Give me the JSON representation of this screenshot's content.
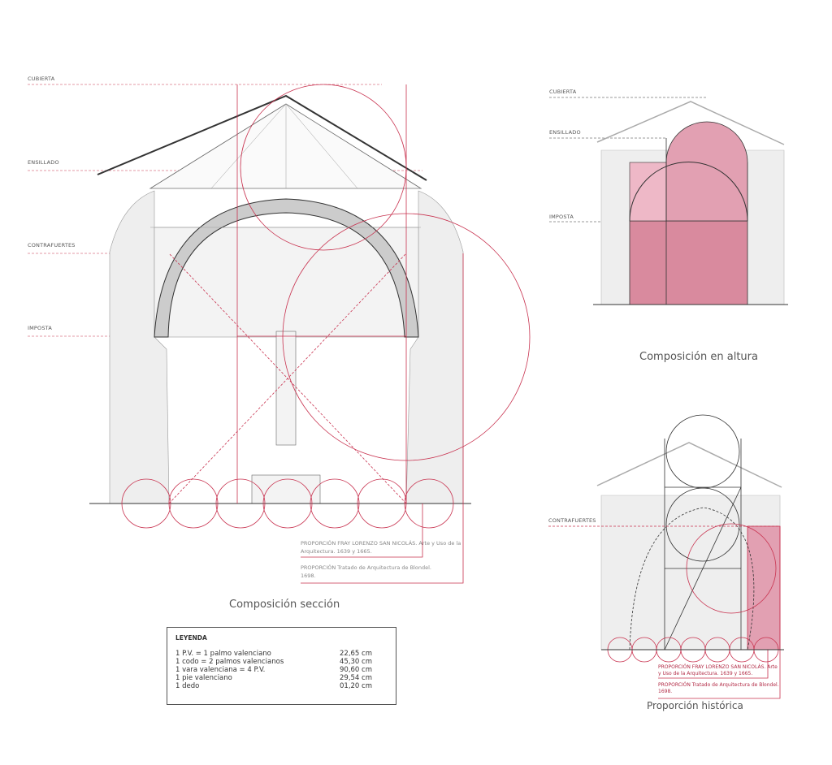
{
  "main_section": {
    "levels": [
      "CUBIERTA",
      "ENSILLADO",
      "CONTRAFUERTES",
      "IMPOSTA"
    ],
    "notes": [
      "PROPORCIÓN FRAY LORENZO SAN NICOLÁS. Arte y Uso de la Arquitectura. 1639 y 1665.",
      "PROPORCIÓN Tratado de Arquitectura de Blondel. 1698."
    ],
    "caption": "Composición sección"
  },
  "height_section": {
    "levels": [
      "CUBIERTA",
      "ENSILLADO",
      "IMPOSTA"
    ],
    "caption": "Composición en altura"
  },
  "historic_section": {
    "levels": [
      "CONTRAFUERTES"
    ],
    "notes": [
      "PROPORCIÓN FRAY LORENZO SAN NICOLÁS. Arte y Uso de la Arquitectura. 1639 y 1665.",
      "PROPORCIÓN Tratado de Arquitectura de Blondel. 1698."
    ],
    "caption": "Proporción histórica"
  },
  "legend": {
    "title": "LEYENDA",
    "rows": [
      {
        "unit": "1 P.V. = 1 palmo valenciano",
        "value": "22,65 cm"
      },
      {
        "unit": "1 codo = 2 palmos valencianos",
        "value": "45,30 cm"
      },
      {
        "unit": "1 vara valenciana = 4 P.V.",
        "value": "90,60 cm"
      },
      {
        "unit": "1 pie valenciano",
        "value": "29,54 cm"
      },
      {
        "unit": "1 dedo",
        "value": "01,20 cm"
      }
    ]
  },
  "colors": {
    "accent": "#c8324f",
    "fill": "#e8a5b8",
    "wall": "#eeeeee"
  }
}
